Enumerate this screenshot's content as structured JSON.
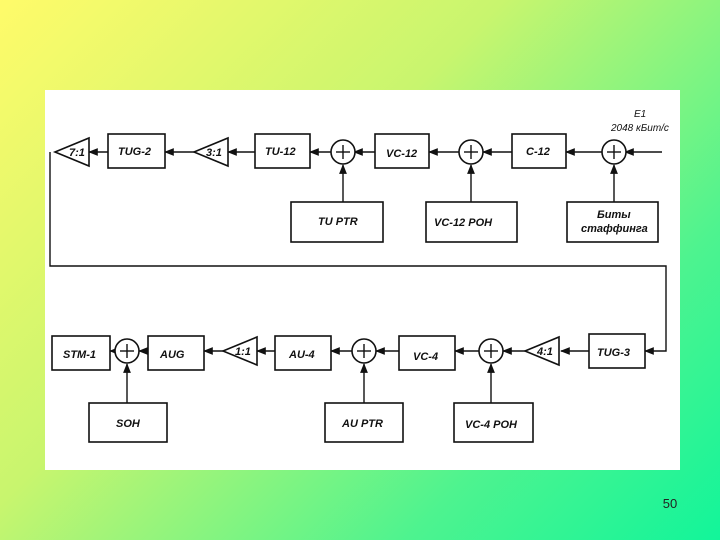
{
  "slide": {
    "page_number": "50"
  },
  "diagram": {
    "row1": {
      "blocks": {
        "tug2": "TUG-2",
        "tu12": "TU-12",
        "vc12": "VC-12",
        "c12": "C-12"
      },
      "multiplexers": {
        "mux7": "7:1",
        "mux3": "3:1"
      },
      "input": {
        "line1": "E1",
        "line2": "2048 кБит/с"
      },
      "overheads": {
        "tu_ptr": "TU PTR",
        "vc12_poh": "VC-12 POH",
        "stuff_line1": "Биты",
        "stuff_line2": "стаффинга"
      }
    },
    "row2": {
      "blocks": {
        "stm1": "STM-1",
        "aug": "AUG",
        "au4": "AU-4",
        "vc4": "VC-4",
        "tug3": "TUG-3"
      },
      "multiplexers": {
        "mux1": "1:1",
        "mux4": "4:1"
      },
      "overheads": {
        "soh": "SOH",
        "au_ptr": "AU PTR",
        "vc4_poh": "VC-4 POH"
      }
    }
  }
}
